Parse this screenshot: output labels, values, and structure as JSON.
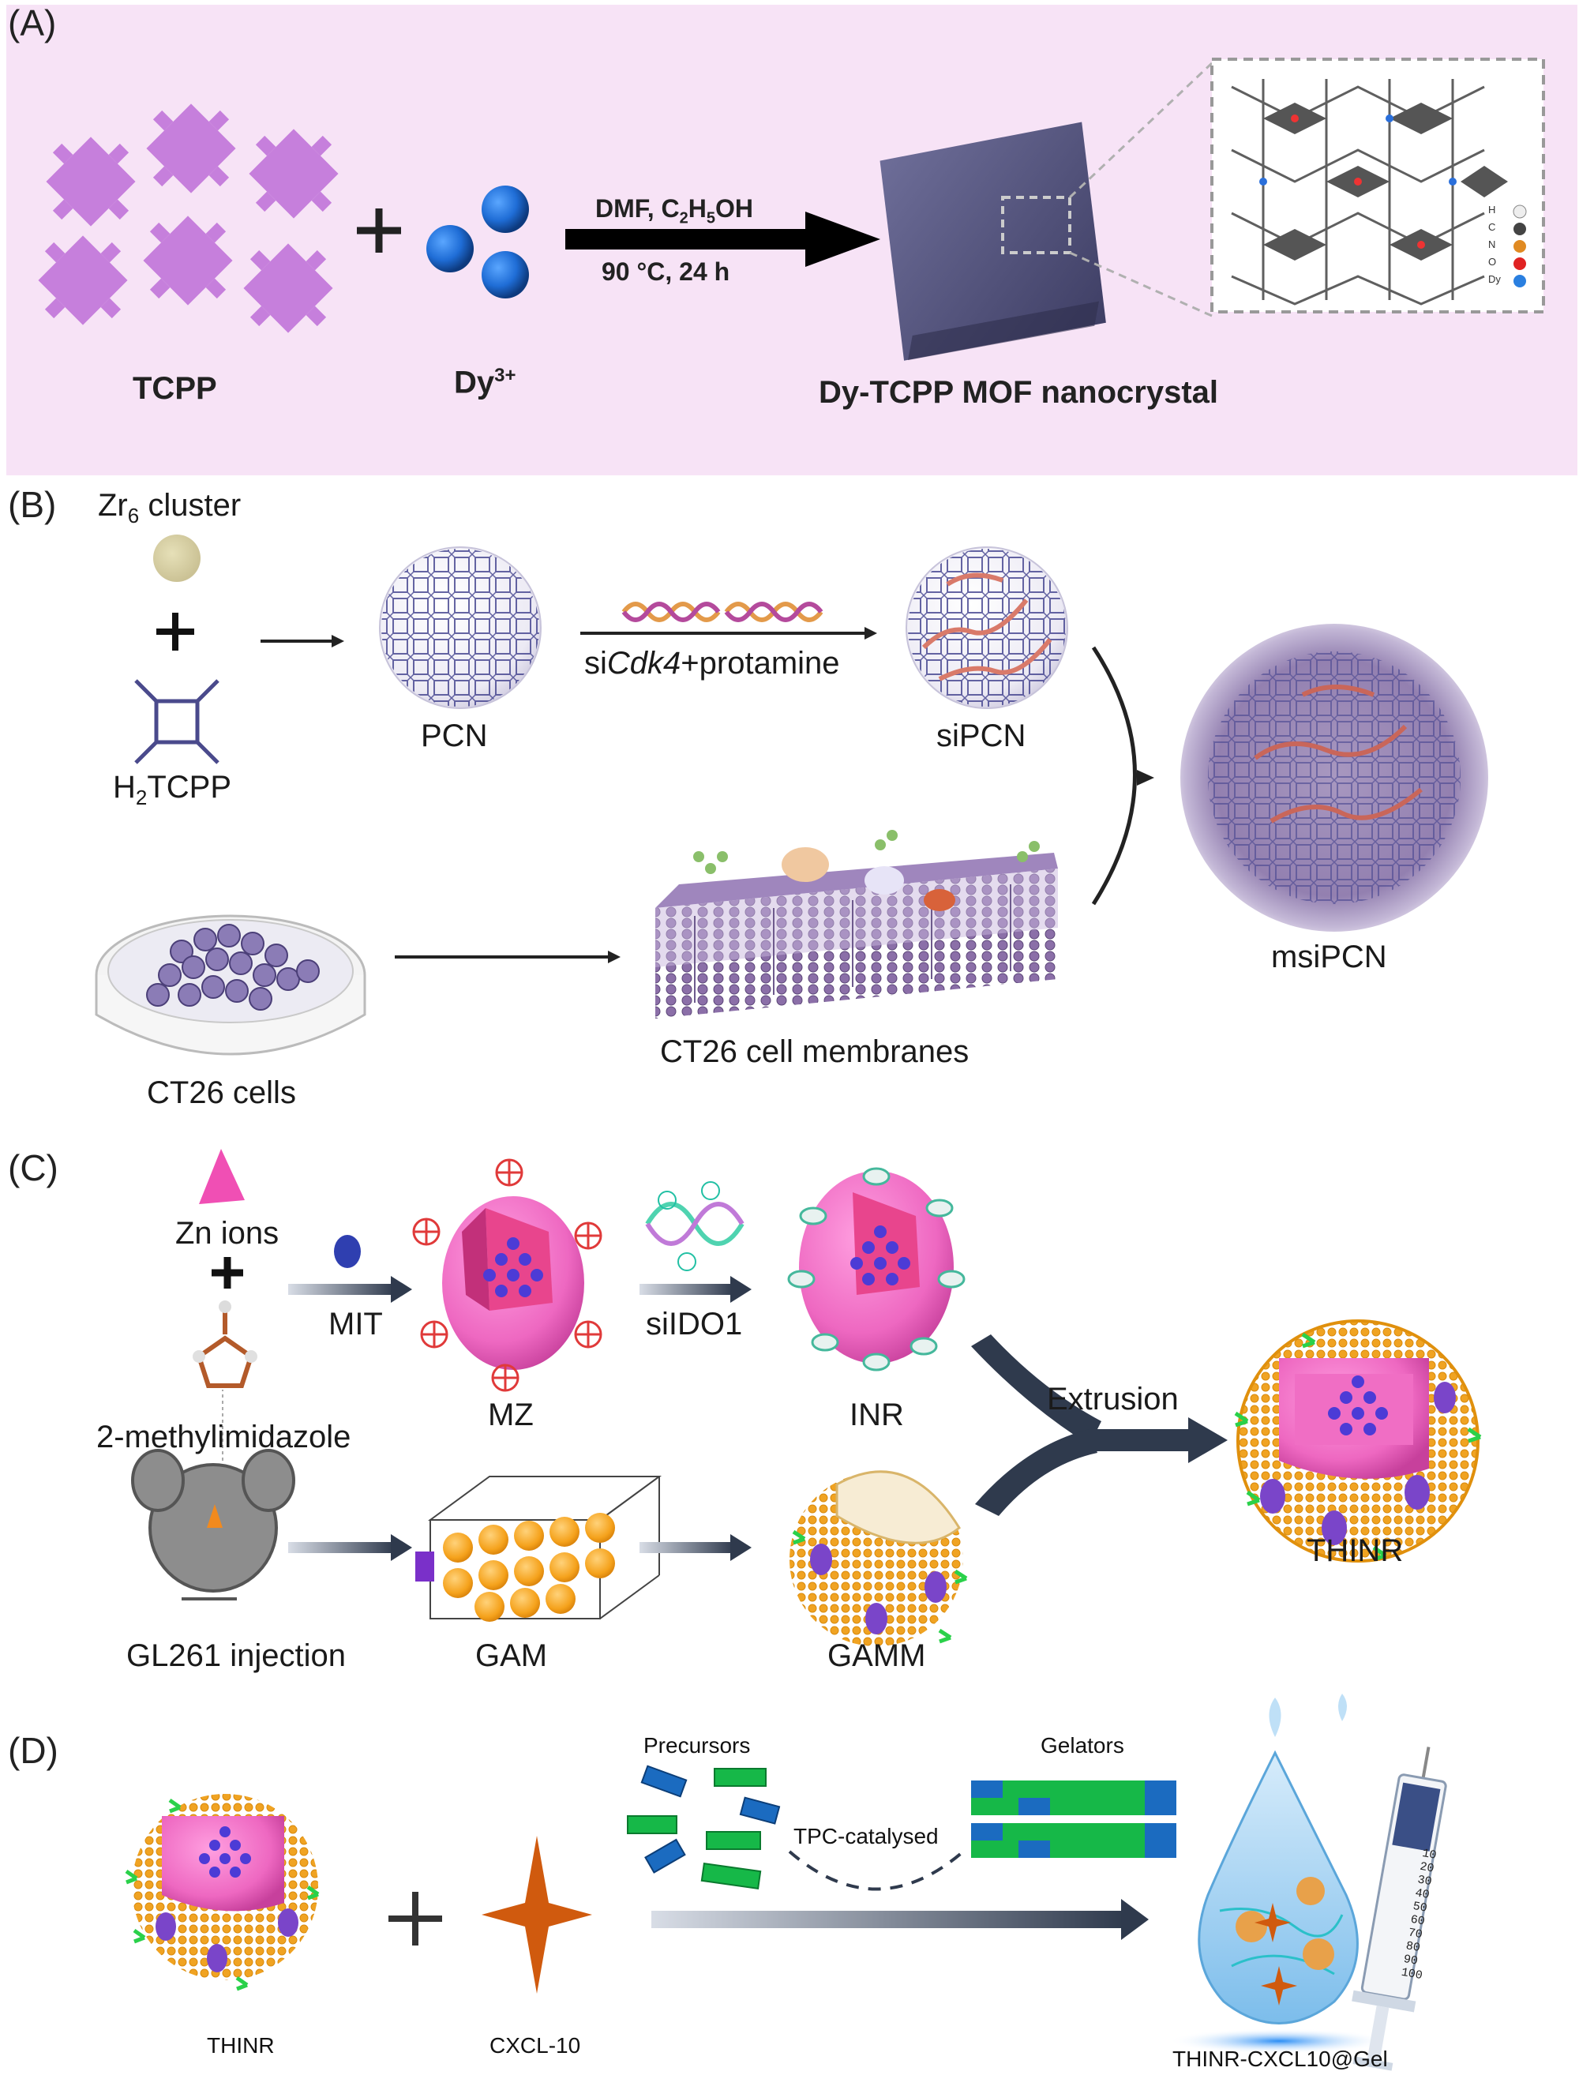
{
  "panels": {
    "a": {
      "letter": "(A)",
      "tcpp_label": "TCPP",
      "dy_label": "Dy",
      "dy_superscript": "3+",
      "condition_solvent_main": "DMF, C",
      "condition_solvent_sub1": "2",
      "condition_solvent_mid": "H",
      "condition_solvent_sub2": "5",
      "condition_solvent_end": "OH",
      "condition_temp": "90 °C, 24 h",
      "product_label": "Dy-TCPP MOF nanocrystal",
      "legend": [
        "H",
        "C",
        "N",
        "O",
        "Dy"
      ]
    },
    "b": {
      "letter": "(B)",
      "zr_label_main": "Zr",
      "zr_label_sub": "6",
      "zr_label_end": " cluster",
      "h2tcpp_main": "H",
      "h2tcpp_sub": "2",
      "h2tcpp_end": "TCPP",
      "pcn_label": "PCN",
      "sicdk_prefix": "si",
      "sicdk_italic": "Cdk4",
      "sicdk_suffix": "+protamine",
      "sipcn_label": "siPCN",
      "msipcn_label": "msiPCN",
      "ct26_cells_label": "CT26 cells",
      "ct26_membranes_label": "CT26 cell membranes"
    },
    "c": {
      "letter": "(C)",
      "zn_label": "Zn ions",
      "mim_label": "2-methylimidazole",
      "mit_label": "MIT",
      "mz_label": "MZ",
      "siido1_label": "siIDO1",
      "inr_label": "INR",
      "extrusion_label": "Extrusion",
      "thinr_label": "THINR",
      "gl261_label": "GL261 injection",
      "gam_label": "GAM",
      "gamm_label": "GAMM"
    },
    "d": {
      "letter": "(D)",
      "thinr_label": "THINR",
      "cxcl_label": "CXCL-10",
      "precursors_label": "Precursors",
      "gelators_label": "Gelators",
      "tpc_label": "TPC-catalysed",
      "gel_label": "THINR-CXCL10@Gel",
      "syringe_marks": [
        "10",
        "20",
        "30",
        "40",
        "50",
        "60",
        "70",
        "80",
        "90",
        "100"
      ]
    }
  },
  "colors": {
    "panel_a_bg": "#f7e3f6",
    "tcpp_purple": "#c67fdc",
    "dy_blue": "#1e6fd0",
    "mof_slate": "#55557e",
    "pcn_lines": "#3f3f8c",
    "msipcn_glow": "#8f7fb0",
    "mz_pink": "#f06ec4",
    "gamm_orange": "#f5a21c",
    "cxcl_orange": "#d05a0e",
    "gel_blue": "#8cc6ee",
    "precursor_blue": "#1b6bc0",
    "precursor_green": "#16b848"
  },
  "icons": [
    "plus-icon",
    "arrow-icon",
    "sphere-icon",
    "petri-dish-icon",
    "membrane-icon",
    "mouse-icon",
    "syringe-icon",
    "droplet-icon",
    "star-icon"
  ]
}
